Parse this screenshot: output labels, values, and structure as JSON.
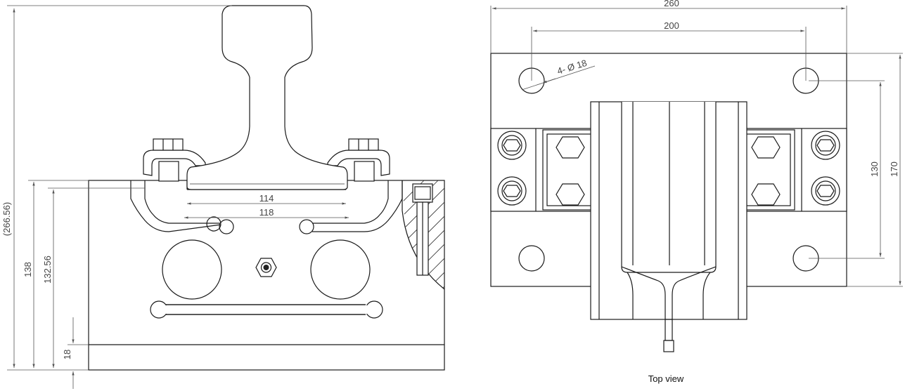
{
  "front_view": {
    "dimensions": {
      "total_height": "(266.56)",
      "base_height": "138",
      "inner_height": "132.56",
      "plate_thickness": "18",
      "inner_width": "114",
      "outer_width": "118"
    }
  },
  "top_view": {
    "caption": "Top view",
    "dimensions": {
      "overall_width": "260",
      "hole_spacing_x": "200",
      "hole_callout": "4- Ø 18",
      "hole_spacing_y": "130",
      "overall_height": "170"
    }
  }
}
